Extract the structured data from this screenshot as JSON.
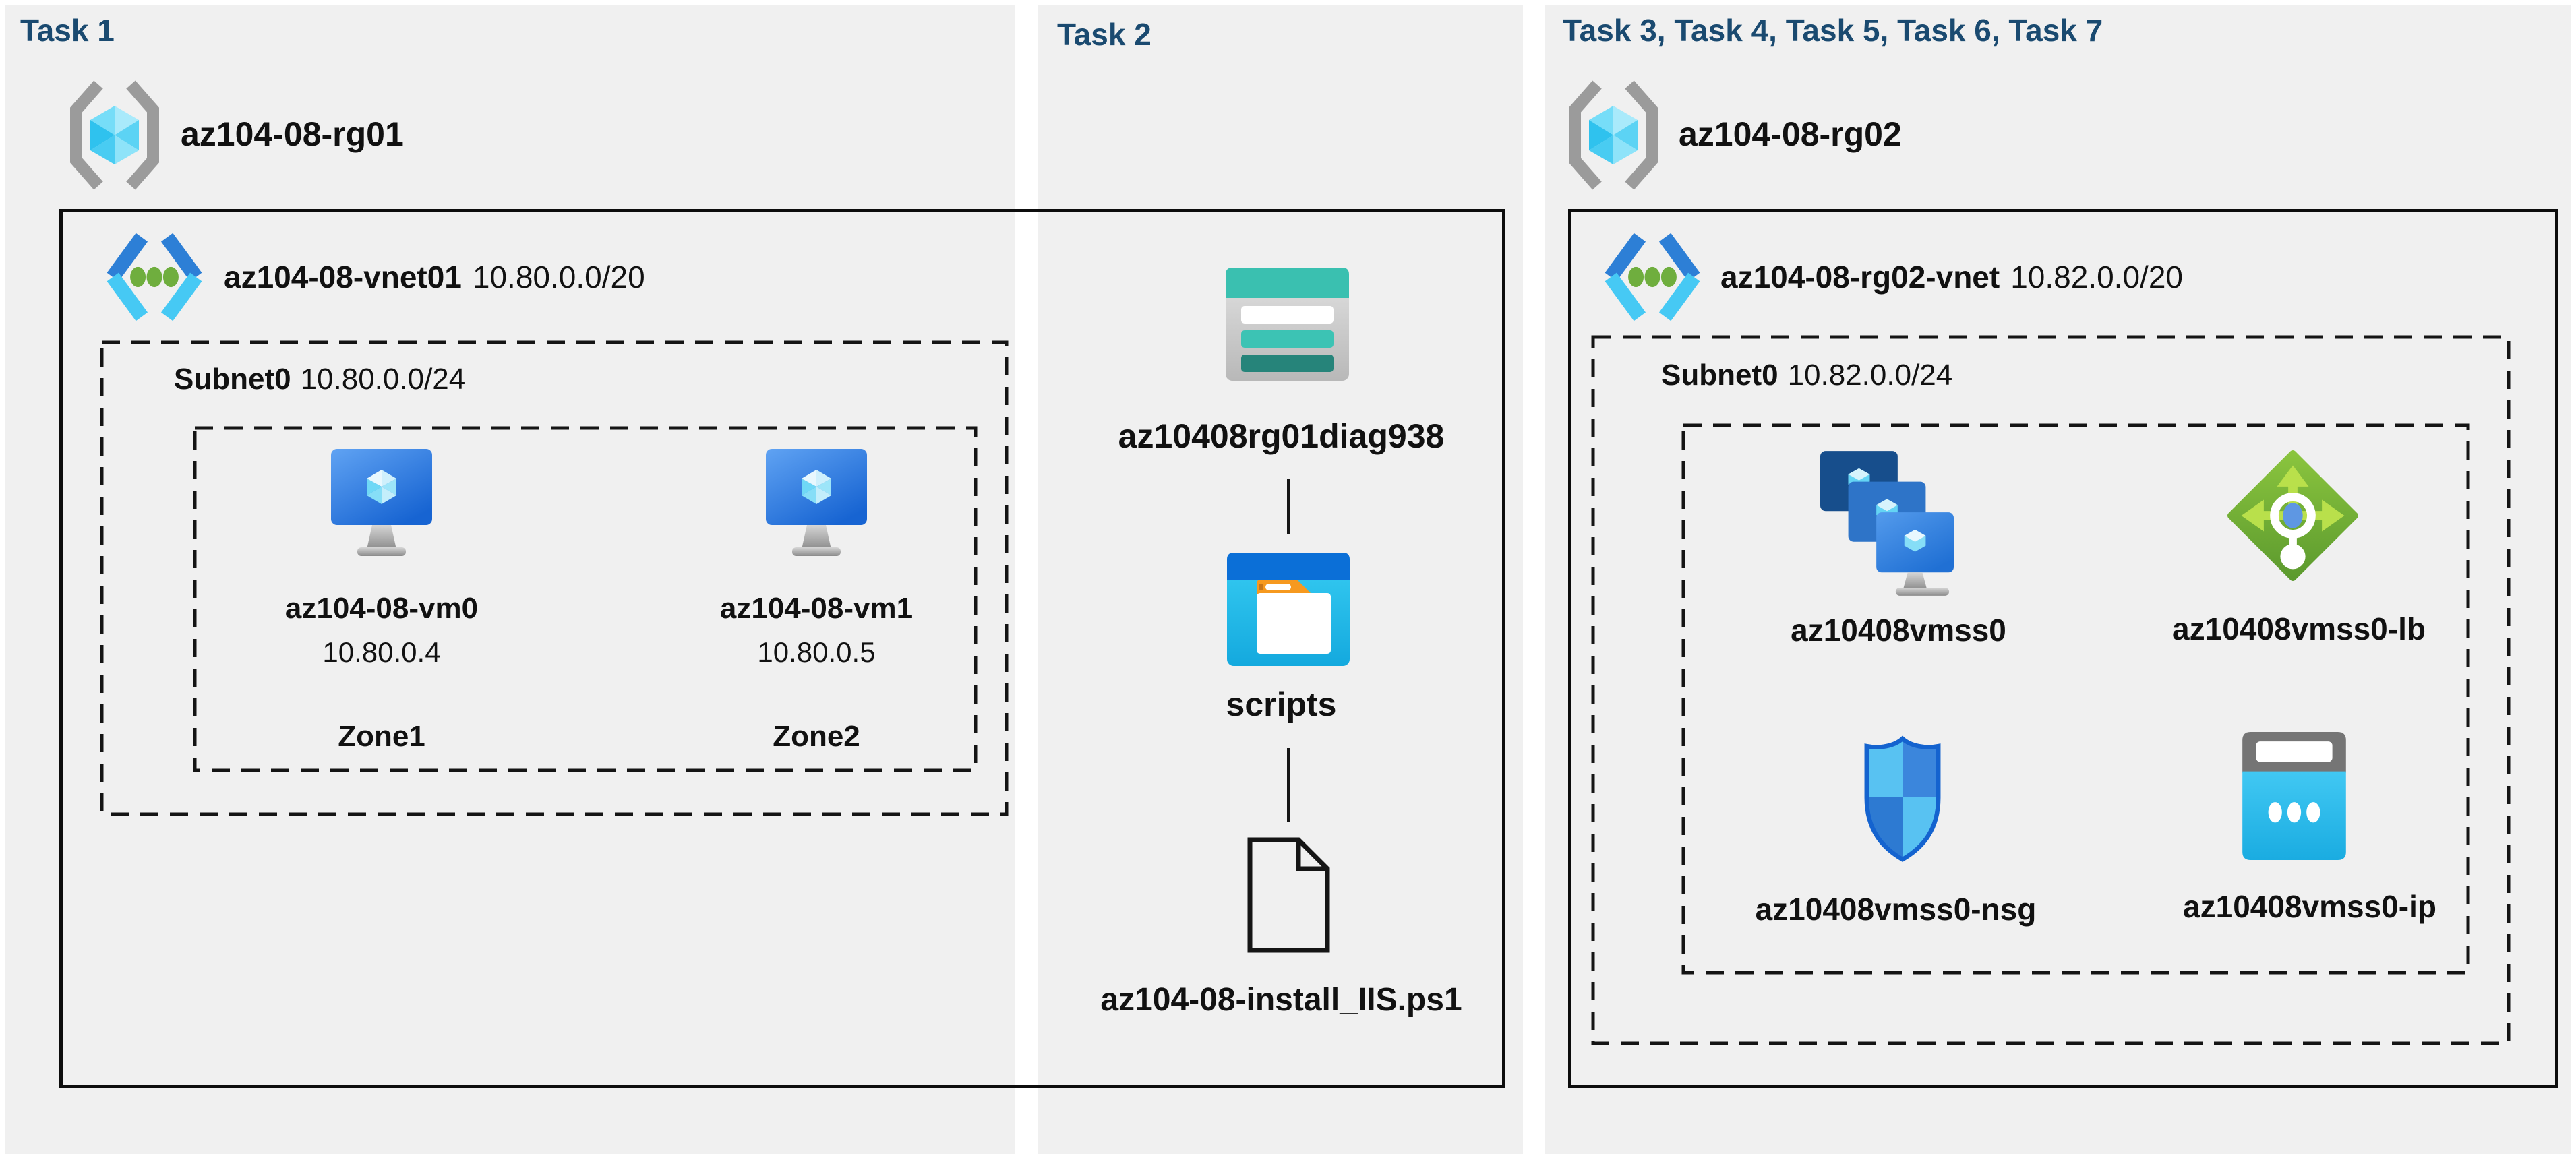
{
  "colors": {
    "task_title": "#1a4a70",
    "panel_background": "#f0f0f0",
    "text": "#111111",
    "box_border": "#0d0d0d",
    "vm_blue": "#1764d2",
    "vnet_chevron_blue": "#2d7fd6",
    "vnet_chevron_cyan": "#46c9f4",
    "vnet_dot_green": "#6fae3e",
    "lb_green": "#6ca435",
    "storage_teal": "#3ac0b0",
    "folder_orange": "#f6991f",
    "ip_cyan": "#2bbcec"
  },
  "panels": {
    "task1": {
      "title": "Task 1",
      "resource_group": {
        "name": "az104-08-rg01",
        "icon": "resource-group-icon"
      },
      "vnet": {
        "name": "az104-08-vnet01",
        "cidr": "10.80.0.0/20",
        "icon": "virtual-network-icon"
      },
      "subnet": {
        "name": "Subnet0",
        "cidr": "10.80.0.0/24"
      },
      "vms": [
        {
          "name": "az104-08-vm0",
          "ip": "10.80.0.4",
          "zone": "Zone1",
          "icon": "virtual-machine-icon"
        },
        {
          "name": "az104-08-vm1",
          "ip": "10.80.0.5",
          "zone": "Zone2",
          "icon": "virtual-machine-icon"
        }
      ]
    },
    "task2": {
      "title": "Task 2",
      "storage_account": {
        "name": "az10408rg01diag938",
        "icon": "storage-account-icon"
      },
      "container": {
        "name": "scripts",
        "icon": "blob-container-icon"
      },
      "file": {
        "name": "az104-08-install_IIS.ps1",
        "icon": "file-icon"
      }
    },
    "task3to7": {
      "title": "Task 3, Task 4, Task 5, Task 6, Task 7",
      "resource_group": {
        "name": "az104-08-rg02",
        "icon": "resource-group-icon"
      },
      "vnet": {
        "name": "az104-08-rg02-vnet",
        "cidr": "10.82.0.0/20",
        "icon": "virtual-network-icon"
      },
      "subnet": {
        "name": "Subnet0",
        "cidr": "10.82.0.0/24"
      },
      "resources": [
        {
          "name": "az10408vmss0",
          "type": "vm-scale-set"
        },
        {
          "name": "az10408vmss0-lb",
          "type": "load-balancer"
        },
        {
          "name": "az10408vmss0-nsg",
          "type": "network-security-group"
        },
        {
          "name": "az10408vmss0-ip",
          "type": "public-ip"
        }
      ]
    }
  }
}
